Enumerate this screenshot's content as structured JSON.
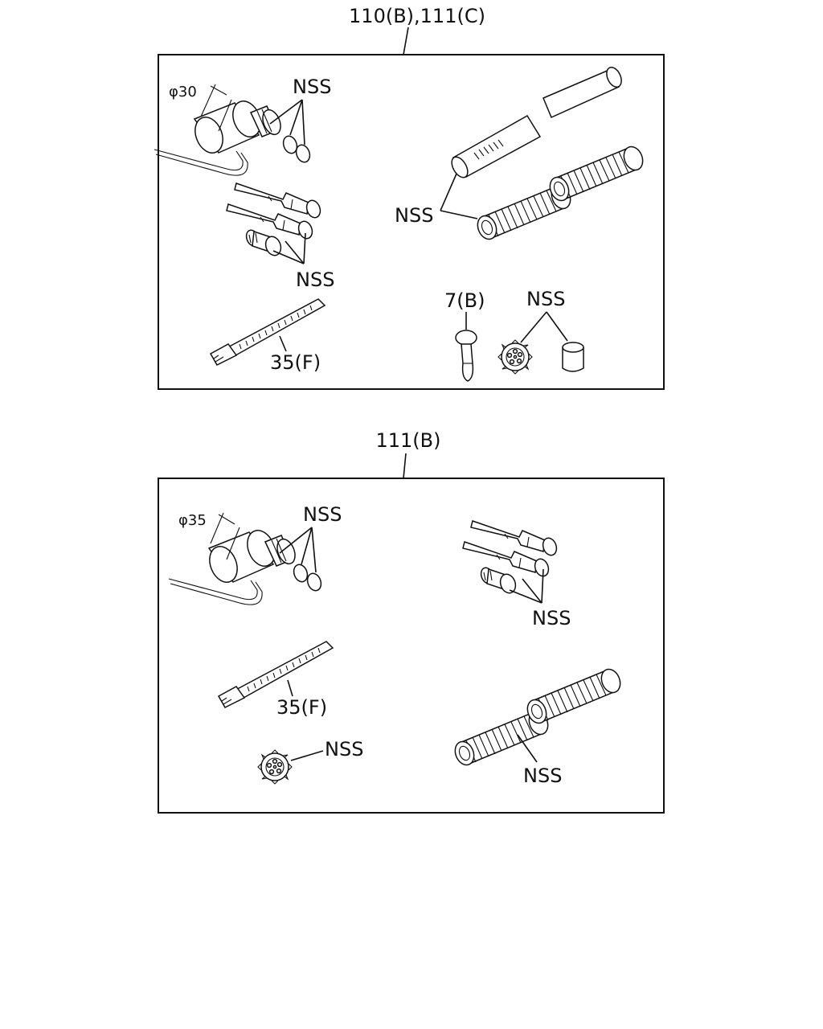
{
  "panels": [
    {
      "title": "110(B),111(C)",
      "labels": {
        "diameter": "φ30",
        "nss_oring": "NSS",
        "nss_pins": "NSS",
        "nss_tube": "NSS",
        "tie": "35(F)",
        "clip": "7(B)",
        "nss_grommet": "NSS"
      }
    },
    {
      "title": "111(B)",
      "labels": {
        "diameter": "φ35",
        "nss_oring": "NSS",
        "nss_pins": "NSS",
        "tie": "35(F)",
        "nss_grommet": "NSS",
        "nss_tube": "NSS"
      }
    }
  ]
}
